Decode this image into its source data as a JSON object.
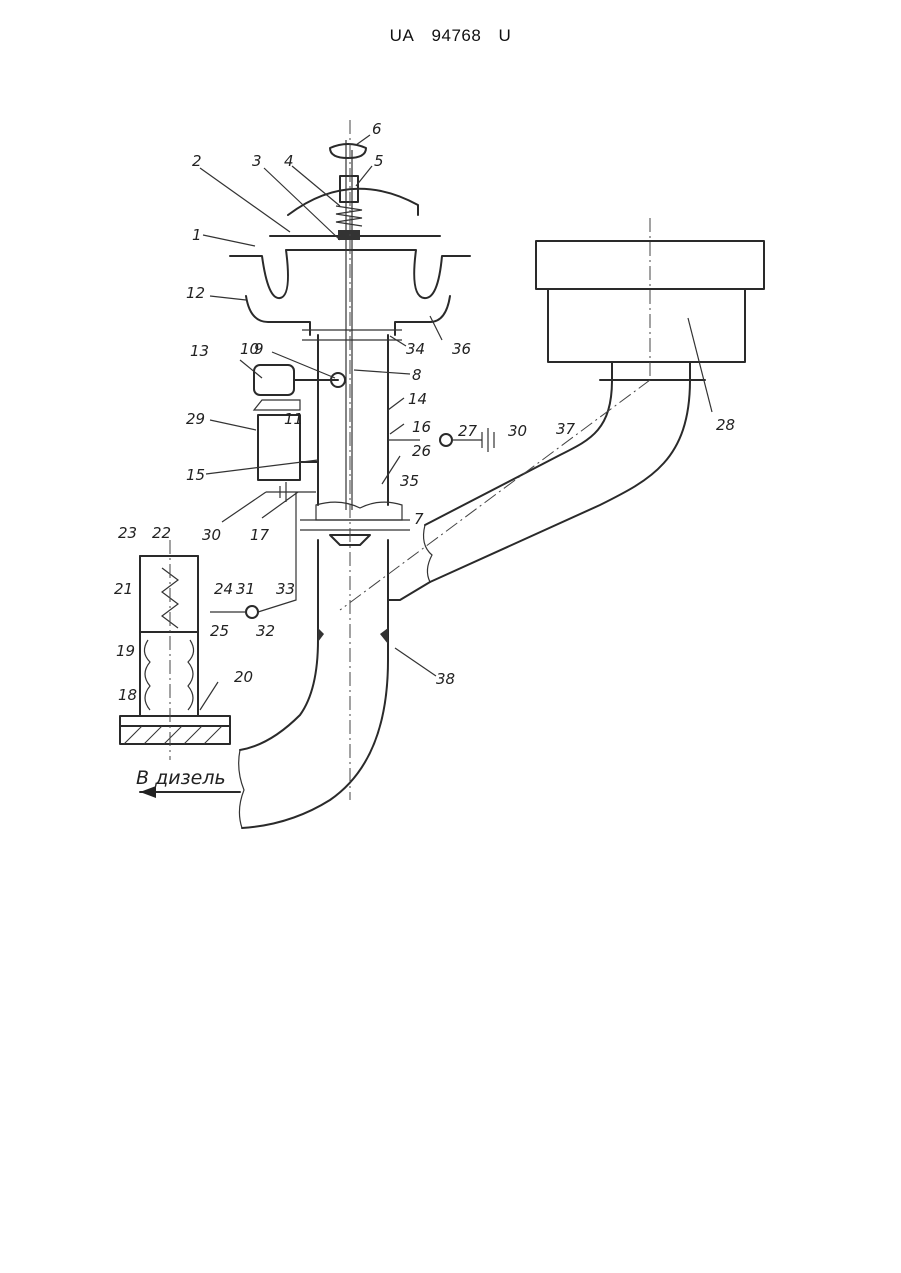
{
  "header": {
    "country": "UA",
    "number": "94768",
    "kind": "U"
  },
  "labels": [
    "1",
    "2",
    "3",
    "4",
    "5",
    "6",
    "7",
    "8",
    "9",
    "10",
    "11",
    "12",
    "13",
    "14",
    "15",
    "16",
    "17",
    "18",
    "19",
    "20",
    "21",
    "22",
    "23",
    "24",
    "25",
    "26",
    "27",
    "28",
    "29",
    "30",
    "30",
    "31",
    "32",
    "33",
    "34",
    "35",
    "36",
    "37",
    "38"
  ],
  "outlet_caption": "В дизель"
}
